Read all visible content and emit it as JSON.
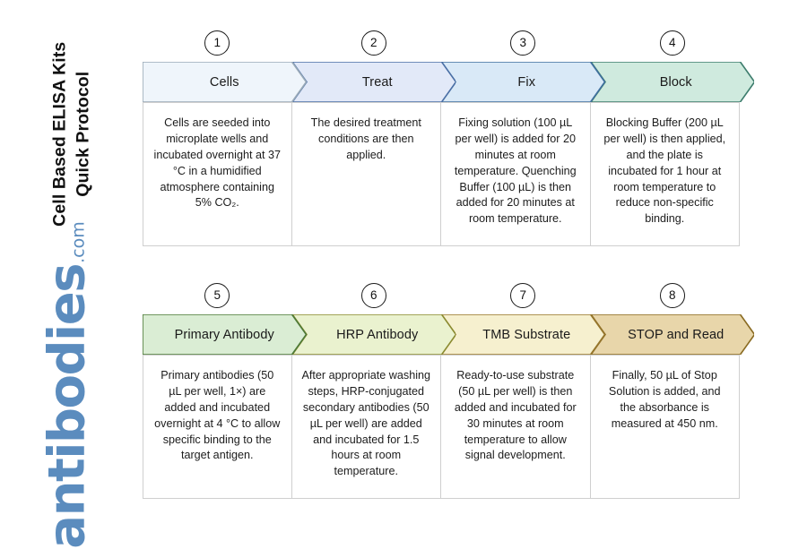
{
  "title": {
    "line1": "Cell Based ELISA Kits",
    "line2": "Quick Protocol"
  },
  "brand": {
    "word": "antibodies",
    "tld": ".com",
    "color": "#5b8cbe"
  },
  "rows": [
    {
      "id": "row-1",
      "steps": [
        {
          "number": "1",
          "label": "Cells",
          "fill": "#eff5fb",
          "stroke": "#9aaab8",
          "body": "Cells are seeded into microplate wells and incubated overnight at 37 °C in a humidified atmosphere containing 5% CO₂."
        },
        {
          "number": "2",
          "label": "Treat",
          "fill": "#e2e9f8",
          "stroke": "#4a6fa5",
          "body": "The desired treatment conditions are then applied."
        },
        {
          "number": "3",
          "label": "Fix",
          "fill": "#d9e9f7",
          "stroke": "#3f6f9e",
          "body": "Fixing solution (100 µL per well) is added for 20 minutes at room temperature. Quenching Buffer (100 µL) is then added for 20 minutes at room temperature."
        },
        {
          "number": "4",
          "label": "Block",
          "fill": "#cfeade",
          "stroke": "#3d7d6d",
          "body": "Blocking Buffer (200 µL per well) is then applied, and the plate is incubated for 1 hour at room temperature to reduce non-specific binding."
        }
      ]
    },
    {
      "id": "row-2",
      "steps": [
        {
          "number": "5",
          "label": "Primary Antibody",
          "fill": "#daedd4",
          "stroke": "#4d7a38",
          "body": "Primary antibodies (50 µL per well, 1×) are added and incubated overnight at 4 °C to allow specific binding to the target antigen."
        },
        {
          "number": "6",
          "label": "HRP Antibody",
          "fill": "#eaf2cf",
          "stroke": "#8a8a30",
          "body": "After appropriate washing steps, HRP-conjugated secondary antibodies (50 µL per well) are added and incubated for 1.5 hours at room temperature."
        },
        {
          "number": "7",
          "label": "TMB Substrate",
          "fill": "#f6f0cf",
          "stroke": "#96762c",
          "body": "Ready-to-use substrate (50 µL per well) is then added and incubated for 30 minutes at room temperature to allow signal development."
        },
        {
          "number": "8",
          "label": "STOP and Read",
          "fill": "#e8d6aa",
          "stroke": "#8a6b22",
          "body": "Finally, 50 µL of Stop Solution is added, and the absorbance is measured at 450 nm."
        }
      ]
    }
  ],
  "geometry": {
    "cell_width": 166.5,
    "notch": 16,
    "strip_height": 45
  }
}
